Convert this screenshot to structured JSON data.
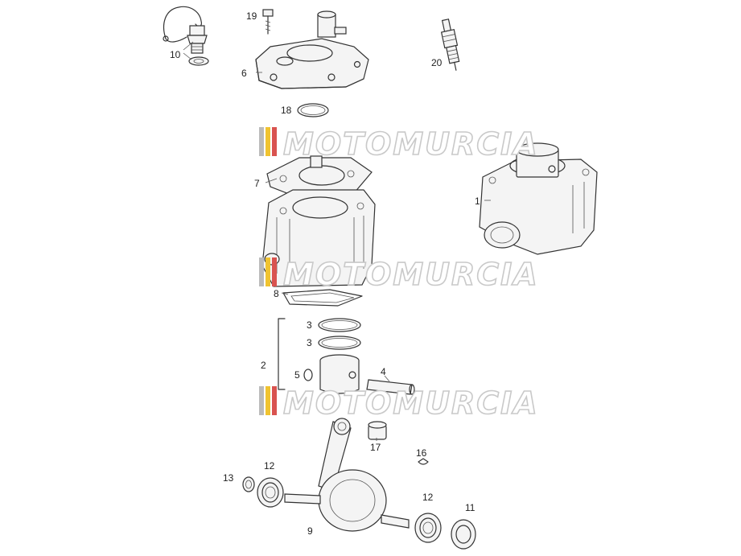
{
  "diagram": {
    "callouts": [
      {
        "id": "c19",
        "text": "19"
      },
      {
        "id": "c10",
        "text": "10"
      },
      {
        "id": "c6",
        "text": "6"
      },
      {
        "id": "c20",
        "text": "20"
      },
      {
        "id": "c18",
        "text": "18"
      },
      {
        "id": "c7",
        "text": "7"
      },
      {
        "id": "c1",
        "text": "1"
      },
      {
        "id": "c8",
        "text": "8"
      },
      {
        "id": "c3a",
        "text": "3"
      },
      {
        "id": "c3b",
        "text": "3"
      },
      {
        "id": "c2",
        "text": "2"
      },
      {
        "id": "c5",
        "text": "5"
      },
      {
        "id": "c4",
        "text": "4"
      },
      {
        "id": "c17",
        "text": "17"
      },
      {
        "id": "c16",
        "text": "16"
      },
      {
        "id": "c13",
        "text": "13"
      },
      {
        "id": "c12a",
        "text": "12"
      },
      {
        "id": "c12b",
        "text": "12"
      },
      {
        "id": "c11",
        "text": "11"
      },
      {
        "id": "c9",
        "text": "9"
      }
    ],
    "watermark": "MOTOMURCIA",
    "colors": {
      "line": "#333333",
      "watermark_stroke": "#c9c9c9",
      "flag_red": "#d9534f",
      "flag_yellow": "#f0c330",
      "flag_grey": "#bbbbbb"
    }
  }
}
